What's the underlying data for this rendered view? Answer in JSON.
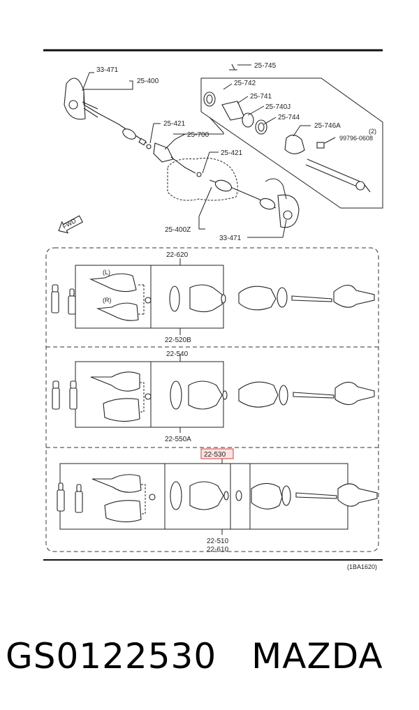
{
  "labels": {
    "p33471_top": "33-471",
    "p25400": "25-400",
    "p25745": "25-745",
    "p25742": "25-742",
    "p25741": "25-741",
    "p25740j": "25-740J",
    "p25744": "25-744",
    "p25746a": "25-746A",
    "qty2": "(2)",
    "p99796": "99796-0608",
    "p25421_a": "25-421",
    "p25700": "25-700",
    "p25421_b": "25-421",
    "fwd": "FWD",
    "p25400z": "25-400Z",
    "p33471_bot": "33-471",
    "p22620": "22-620",
    "left": "(L)",
    "right": "(R)",
    "p22520b": "22-520B",
    "p22540": "22-540",
    "p22550a": "22-550A",
    "p22530": "22-530",
    "p22510": "22-510",
    "p22610": "22-610",
    "ref": "(1BA1620)"
  },
  "caption": {
    "part_number": "GS0122530",
    "brand": "MAZDA"
  },
  "colors": {
    "highlight": "#e05a5a",
    "highlight_fill": "#fbe3e3"
  }
}
